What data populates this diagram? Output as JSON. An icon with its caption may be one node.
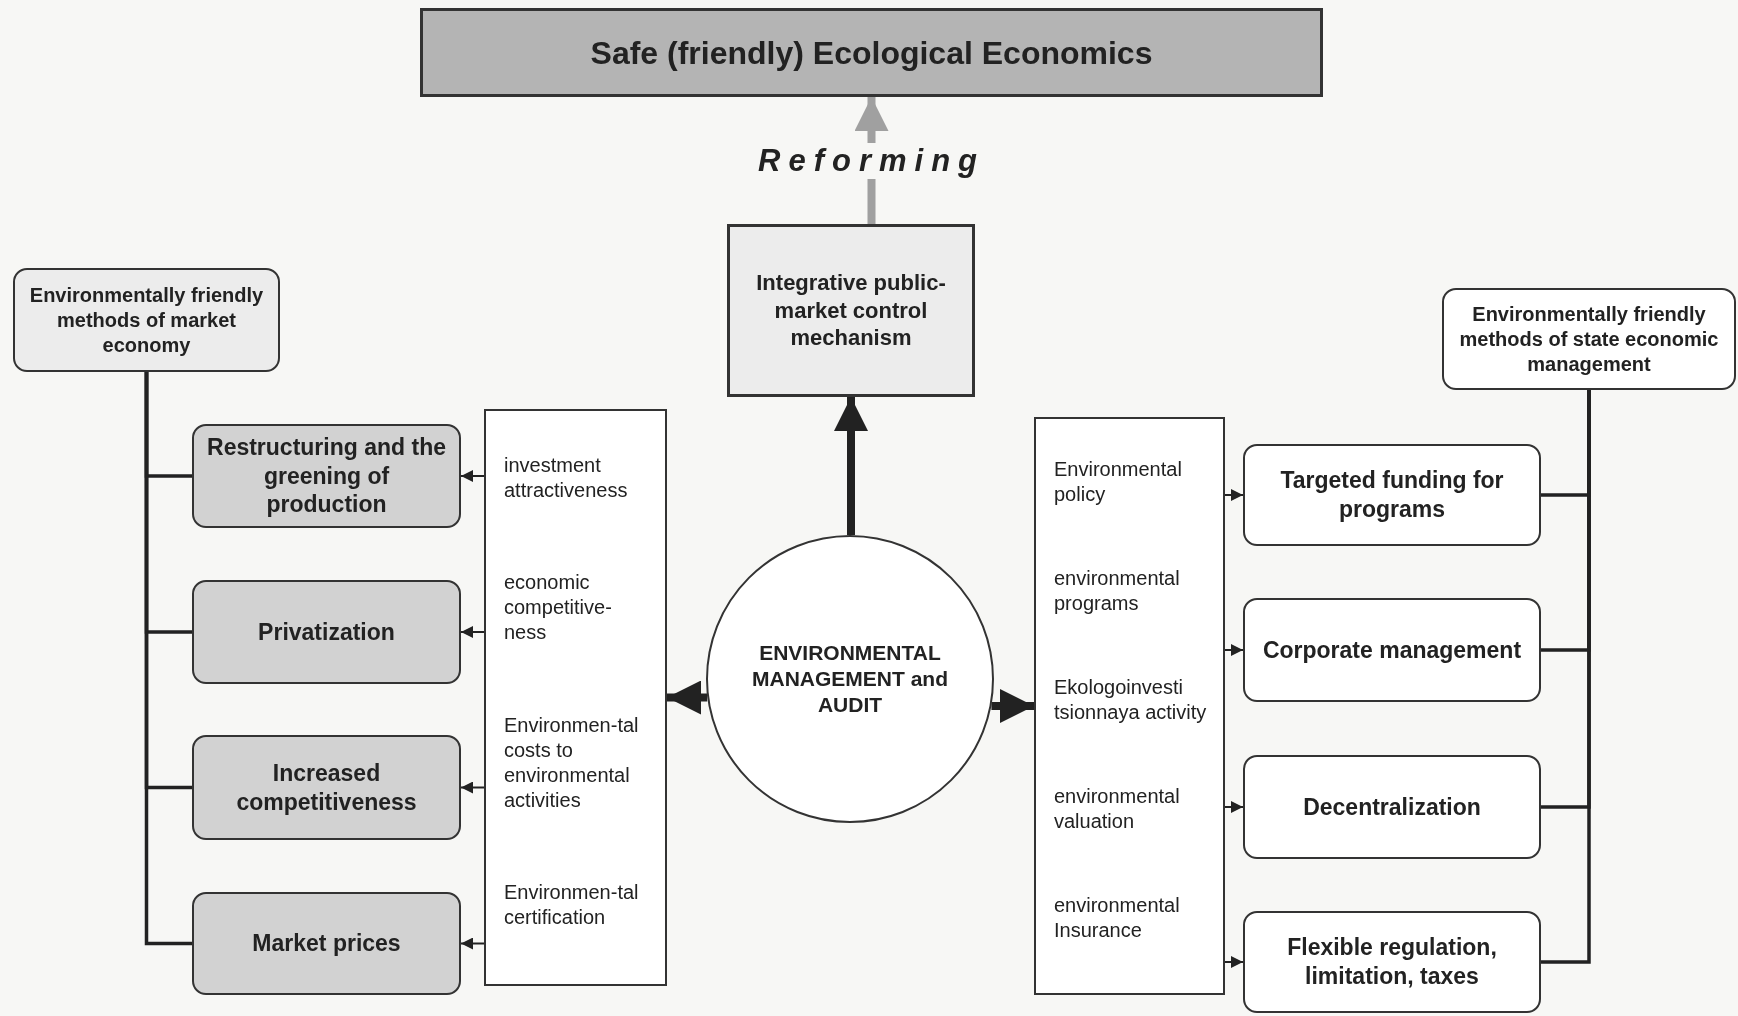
{
  "diagram": {
    "nodes": [
      {
        "text": [
          "Safe (friendly) Ecological Economics"
        ]
      },
      {
        "text": [
          "Integrative public-market control mechanism"
        ]
      },
      {
        "text": [
          "ENVIRONMENTAL MANAGEMENT and AUDIT"
        ]
      },
      {
        "text": [
          "investment attractiveness",
          "economic competitive-ness",
          "Environmen-tal costs to environmental activities",
          "Environmen-tal certification"
        ]
      },
      {
        "text": [
          "Environmental policy",
          "environmental programs",
          "Ekologoinvesti tsionnaya activity",
          "environmental valuation",
          "environmental Insurance"
        ]
      },
      {
        "text": [
          "Environmentally friendly methods of market economy"
        ]
      },
      {
        "text": [
          "Restructuring and the greening of production"
        ]
      },
      {
        "text": [
          "Privatization"
        ]
      },
      {
        "text": [
          "Increased competitiveness"
        ]
      },
      {
        "text": [
          "Market prices"
        ]
      },
      {
        "text": [
          "Environmentally friendly methods of state economic management"
        ]
      },
      {
        "text": [
          "Targeted funding for programs"
        ]
      },
      {
        "text": [
          "Corporate management"
        ]
      },
      {
        "text": [
          "Decentralization"
        ]
      },
      {
        "text": [
          "Flexible regulation, limitation, taxes"
        ]
      }
    ],
    "edges": [
      {
        "from": 1,
        "to": 0,
        "arrow": "to",
        "label": "Reforming",
        "style": "thick",
        "color": "#a0a0a0"
      },
      {
        "from": 2,
        "to": 1,
        "arrow": "to",
        "style": "thick"
      },
      {
        "from": 2,
        "to": 3,
        "arrow": "to",
        "style": "thick"
      },
      {
        "from": 2,
        "to": 4,
        "arrow": "to",
        "style": "thick"
      },
      {
        "from": 3,
        "to": 6,
        "arrow": "to"
      },
      {
        "from": 3,
        "to": 7,
        "arrow": "to"
      },
      {
        "from": 3,
        "to": 8,
        "arrow": "to"
      },
      {
        "from": 3,
        "to": 9,
        "arrow": "to"
      },
      {
        "from": 4,
        "to": 11,
        "arrow": "to"
      },
      {
        "from": 4,
        "to": 12,
        "arrow": "to"
      },
      {
        "from": 4,
        "to": 13,
        "arrow": "to"
      },
      {
        "from": 4,
        "to": 14,
        "arrow": "to"
      },
      {
        "from": 5,
        "to": 6,
        "arrow": "none"
      },
      {
        "from": 5,
        "to": 7,
        "arrow": "none"
      },
      {
        "from": 5,
        "to": 8,
        "arrow": "none"
      },
      {
        "from": 5,
        "to": 9,
        "arrow": "none"
      },
      {
        "from": 10,
        "to": 11,
        "arrow": "none"
      },
      {
        "from": 10,
        "to": 12,
        "arrow": "none"
      },
      {
        "from": 10,
        "to": 13,
        "arrow": "none"
      },
      {
        "from": 10,
        "to": 14,
        "arrow": "none"
      }
    ]
  }
}
